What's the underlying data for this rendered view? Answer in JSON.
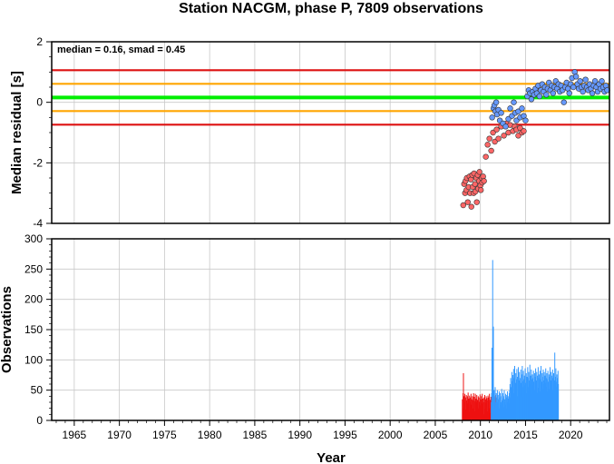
{
  "chart_data": [
    {
      "type": "scatter",
      "title": "Station NACGM, phase P, 7809 observations",
      "xlabel": "",
      "ylabel": "Median residual [s]",
      "annotation": "median = 0.16, smad = 0.45",
      "xlim": [
        1962.5,
        2024.3
      ],
      "ylim": [
        -4,
        2
      ],
      "y_ticks": [
        -4,
        -2,
        0,
        2
      ],
      "grid": true,
      "reference_lines": [
        {
          "y": 1.06,
          "color": "#dd1111"
        },
        {
          "y": 0.61,
          "color": "#ffa500"
        },
        {
          "y": 0.16,
          "color": "#00ee00"
        },
        {
          "y": -0.29,
          "color": "#ffa500"
        },
        {
          "y": -0.74,
          "color": "#dd1111"
        }
      ],
      "series": [
        {
          "color": "#ff6666",
          "points": [
            [
              2008.1,
              -3.4
            ],
            [
              2008.2,
              -2.7
            ],
            [
              2008.3,
              -3.0
            ],
            [
              2008.35,
              -2.6
            ],
            [
              2008.45,
              -2.9
            ],
            [
              2008.5,
              -2.5
            ],
            [
              2008.6,
              -3.3
            ],
            [
              2008.7,
              -2.8
            ],
            [
              2008.8,
              -2.45
            ],
            [
              2008.85,
              -3.0
            ],
            [
              2008.95,
              -2.55
            ],
            [
              2009.0,
              -3.45
            ],
            [
              2009.1,
              -2.4
            ],
            [
              2009.15,
              -2.8
            ],
            [
              2009.25,
              -3.0
            ],
            [
              2009.3,
              -2.35
            ],
            [
              2009.4,
              -2.7
            ],
            [
              2009.45,
              -2.95
            ],
            [
              2009.55,
              -2.5
            ],
            [
              2009.6,
              -3.3
            ],
            [
              2009.7,
              -2.4
            ],
            [
              2009.75,
              -2.85
            ],
            [
              2009.85,
              -2.6
            ],
            [
              2009.9,
              -2.3
            ],
            [
              2010.0,
              -2.75
            ],
            [
              2010.05,
              -2.9
            ],
            [
              2010.15,
              -2.5
            ],
            [
              2010.2,
              -2.65
            ],
            [
              2010.3,
              -2.45
            ],
            [
              2010.4,
              -2.6
            ],
            [
              2010.6,
              -1.8
            ],
            [
              2010.8,
              -1.4
            ],
            [
              2011.0,
              -1.2
            ],
            [
              2011.2,
              -1.6
            ],
            [
              2011.4,
              -1.0
            ],
            [
              2011.6,
              -1.3
            ],
            [
              2011.8,
              -0.9
            ],
            [
              2012.0,
              -1.2
            ],
            [
              2012.3,
              -0.8
            ],
            [
              2012.6,
              -1.1
            ],
            [
              2012.9,
              -0.7
            ],
            [
              2013.1,
              -1.0
            ],
            [
              2013.3,
              -0.75
            ],
            [
              2013.6,
              -0.95
            ],
            [
              2013.8,
              -0.8
            ],
            [
              2014.0,
              -0.9
            ],
            [
              2014.2,
              -1.1
            ],
            [
              2014.4,
              -0.85
            ],
            [
              2014.6,
              -1.0
            ],
            [
              2014.8,
              -0.95
            ]
          ]
        },
        {
          "color": "#6699ff",
          "points": [
            [
              2011.3,
              -0.5
            ],
            [
              2011.45,
              -0.2
            ],
            [
              2011.55,
              -0.1
            ],
            [
              2011.65,
              -0.3
            ],
            [
              2011.75,
              0.0
            ],
            [
              2011.85,
              -0.4
            ],
            [
              2012.0,
              -0.25
            ],
            [
              2012.15,
              -0.6
            ],
            [
              2012.3,
              -0.35
            ],
            [
              2012.5,
              -0.7
            ],
            [
              2012.8,
              -0.8
            ],
            [
              2013.1,
              -0.55
            ],
            [
              2013.3,
              -0.2
            ],
            [
              2013.5,
              -0.45
            ],
            [
              2013.7,
              0.0
            ],
            [
              2013.85,
              -0.35
            ],
            [
              2014.0,
              -0.6
            ],
            [
              2014.2,
              -0.3
            ],
            [
              2014.4,
              -0.5
            ],
            [
              2014.6,
              -0.2
            ],
            [
              2014.8,
              -0.45
            ],
            [
              2015.0,
              -0.6
            ],
            [
              2015.2,
              0.2
            ],
            [
              2015.35,
              0.4
            ],
            [
              2015.5,
              0.3
            ],
            [
              2015.65,
              0.1
            ],
            [
              2015.8,
              0.35
            ],
            [
              2015.95,
              0.25
            ],
            [
              2016.1,
              0.45
            ],
            [
              2016.25,
              0.3
            ],
            [
              2016.4,
              0.55
            ],
            [
              2016.55,
              0.2
            ],
            [
              2016.7,
              0.4
            ],
            [
              2016.85,
              0.6
            ],
            [
              2017.0,
              0.35
            ],
            [
              2017.15,
              0.5
            ],
            [
              2017.3,
              0.25
            ],
            [
              2017.45,
              0.45
            ],
            [
              2017.6,
              0.65
            ],
            [
              2017.75,
              0.4
            ],
            [
              2017.9,
              0.55
            ],
            [
              2018.05,
              0.3
            ],
            [
              2018.2,
              0.5
            ],
            [
              2018.35,
              0.7
            ],
            [
              2018.5,
              0.45
            ],
            [
              2018.65,
              0.6
            ],
            [
              2018.8,
              0.35
            ],
            [
              2018.95,
              0.55
            ],
            [
              2019.1,
              0.4
            ],
            [
              2019.25,
              0.0
            ],
            [
              2019.4,
              0.5
            ],
            [
              2019.55,
              0.65
            ],
            [
              2019.7,
              0.45
            ],
            [
              2019.85,
              0.3
            ],
            [
              2020.0,
              0.6
            ],
            [
              2020.15,
              0.8
            ],
            [
              2020.3,
              0.5
            ],
            [
              2020.45,
              1.0
            ],
            [
              2020.6,
              0.85
            ],
            [
              2020.75,
              0.6
            ],
            [
              2020.9,
              0.45
            ],
            [
              2021.05,
              0.7
            ],
            [
              2021.2,
              0.5
            ],
            [
              2021.35,
              0.35
            ],
            [
              2021.5,
              0.55
            ],
            [
              2021.65,
              0.75
            ],
            [
              2021.8,
              0.5
            ],
            [
              2021.95,
              0.4
            ],
            [
              2022.1,
              0.6
            ],
            [
              2022.25,
              0.45
            ],
            [
              2022.4,
              0.3
            ],
            [
              2022.55,
              0.55
            ],
            [
              2022.7,
              0.7
            ],
            [
              2022.85,
              0.5
            ],
            [
              2023.0,
              0.35
            ],
            [
              2023.15,
              0.6
            ],
            [
              2023.3,
              0.45
            ],
            [
              2023.45,
              0.7
            ],
            [
              2023.6,
              0.5
            ],
            [
              2023.75,
              0.35
            ],
            [
              2023.9,
              0.55
            ],
            [
              2024.05,
              0.4
            ]
          ]
        }
      ]
    },
    {
      "type": "bar",
      "xlabel": "Year",
      "ylabel": "Observations",
      "xlim": [
        1962.5,
        2024.3
      ],
      "ylim": [
        0,
        300
      ],
      "y_ticks": [
        0,
        50,
        100,
        150,
        200,
        250,
        300
      ],
      "x_ticks": [
        1965,
        1970,
        1975,
        1980,
        1985,
        1990,
        1995,
        2000,
        2005,
        2010,
        2015,
        2020
      ],
      "grid": true,
      "series": [
        {
          "color": "#ee1111",
          "start": 2008.0,
          "step": 0.04,
          "values": [
            35,
            20,
            45,
            78,
            15,
            40,
            30,
            44,
            25,
            38,
            18,
            42,
            33,
            10,
            40,
            28,
            46,
            22,
            36,
            14,
            41,
            30,
            38,
            12,
            44,
            26,
            35,
            18,
            40,
            33,
            20,
            45,
            25,
            39,
            15,
            32,
            44,
            22,
            36,
            30,
            42,
            18,
            34,
            27,
            40,
            20,
            38,
            31,
            12,
            43,
            25,
            35,
            17,
            40,
            28,
            44,
            21,
            36,
            30,
            10,
            38,
            24,
            42,
            19,
            35,
            29,
            40,
            22,
            37,
            15,
            33,
            41,
            26,
            38,
            20,
            44,
            30,
            34,
            12,
            39,
            27,
            41,
            23,
            36,
            18,
            40,
            32,
            25,
            38,
            20,
            35,
            28,
            42,
            16,
            37,
            30
          ]
        },
        {
          "color": "#3399ff",
          "start": 2011.2,
          "step": 0.04,
          "values": [
            30,
            45,
            120,
            40,
            265,
            60,
            155,
            35,
            50,
            20,
            40,
            55,
            30,
            25,
            45,
            38,
            22,
            50,
            30,
            42,
            28,
            35,
            48,
            20,
            38,
            45,
            30,
            25,
            40,
            52,
            33,
            28,
            45,
            36,
            22,
            40,
            50,
            30,
            35,
            26,
            44,
            38,
            20,
            42,
            30,
            48,
            25,
            36,
            40,
            28,
            45,
            50,
            60,
            38,
            70,
            55,
            42,
            80,
            65,
            50,
            75,
            60,
            85,
            45,
            70,
            90,
            55,
            62,
            78,
            50,
            68,
            85,
            40,
            72,
            60,
            88,
            52,
            66,
            80,
            45,
            70,
            58,
            84,
            62,
            48,
            76,
            90,
            55,
            65,
            82,
            40,
            68,
            74,
            58,
            86,
            50,
            62,
            78,
            45,
            72,
            64,
            88,
            55,
            70,
            80,
            48,
            66,
            92,
            60,
            74,
            52,
            84,
            68,
            58,
            76,
            44,
            70,
            82,
            56,
            64,
            78,
            50,
            72,
            86,
            60,
            66,
            80,
            46,
            74,
            62,
            88,
            54,
            70,
            76,
            58,
            82,
            48,
            68,
            90,
            56,
            64,
            78,
            52,
            72,
            84,
            60,
            66,
            80,
            50,
            74,
            62,
            86,
            56,
            70,
            78,
            48,
            68,
            82,
            58,
            64,
            76,
            52,
            72,
            88,
            60,
            66,
            80,
            54,
            74,
            62,
            84,
            50,
            70,
            78,
            58,
            66,
            112,
            48,
            72,
            86,
            56,
            64,
            76,
            52,
            70,
            82,
            60
          ]
        }
      ]
    }
  ]
}
